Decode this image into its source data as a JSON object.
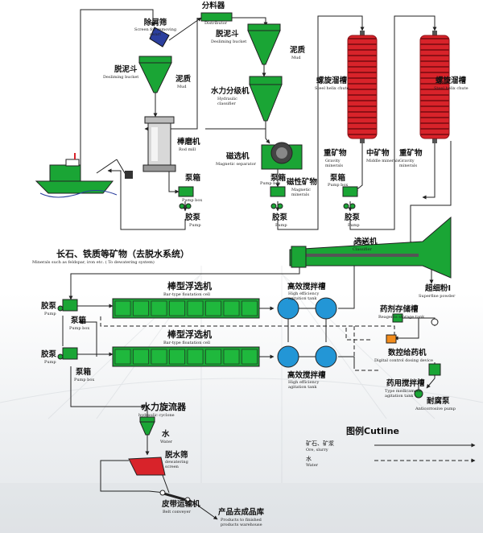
{
  "colors": {
    "equipment_green": "#1aa535",
    "spiral_red": "#d8232a",
    "screen_blue": "#2b3f9e",
    "flow_line": "#222222",
    "water_line": "#222222",
    "sorter_orange": "#f28c1c"
  },
  "labels": {
    "screen_swarf": {
      "cn": "除屑筛",
      "en": "Screen for removing swarf"
    },
    "distributor": {
      "cn": "分料器",
      "en": "Distributor"
    },
    "deslime_top": {
      "cn": "脱泥斗",
      "en": "Desliming bucket"
    },
    "mud_top": {
      "cn": "泥质",
      "en": "Mud"
    },
    "deslime_left": {
      "cn": "脱泥斗",
      "en": "Desliming bucket"
    },
    "mud_left": {
      "cn": "泥质",
      "en": "Mud"
    },
    "hydraulic_classifier": {
      "cn": "水力分级机",
      "en": "Hydraulic classifier"
    },
    "rod_mill": {
      "cn": "棒磨机",
      "en": "Rod mill"
    },
    "magnetic_separator": {
      "cn": "磁选机",
      "en": "Magnetic separator"
    },
    "magnetic_minerals": {
      "cn": "磁性矿物",
      "en": "Magnetic minerals"
    },
    "spiral1": {
      "cn": "螺旋溜槽",
      "en": "Steel helix chute"
    },
    "spiral2": {
      "cn": "螺旋溜槽",
      "en": "Steel helix chute"
    },
    "gravity1": {
      "cn": "重矿物",
      "en": "Gravity minerals"
    },
    "middle1": {
      "cn": "中矿物",
      "en": "Middle minerals"
    },
    "gravity2": {
      "cn": "重矿物",
      "en": "Gravity minerals"
    },
    "pumpbox1": {
      "cn": "泵箱",
      "en": "Pump box"
    },
    "pump1": {
      "cn": "胶泵",
      "en": "Pump"
    },
    "pumpbox2": {
      "cn": "泵箱",
      "en": "Pump box"
    },
    "pump2": {
      "cn": "胶泵",
      "en": "Pump"
    },
    "pumpbox3": {
      "cn": "泵箱",
      "en": "Pump box"
    },
    "pump3": {
      "cn": "胶泵",
      "en": "Pump"
    },
    "feldspar": {
      "cn": "长石、铁质等矿物（去脱水系统）",
      "en": "Minerals such as feldspar, iron etc. ( To dewatering system)"
    },
    "classifier": {
      "cn": "选送机",
      "en": "Classifier"
    },
    "superfine": {
      "cn": "超细粉Ⅰ",
      "en": "Superfine powder"
    },
    "flotation1": {
      "cn": "棒型浮选机",
      "en": "Bar-type floatation cell"
    },
    "flotation2": {
      "cn": "棒型浮选机",
      "en": "Bar-type floatation cell"
    },
    "agitation1": {
      "cn": "高效搅拌槽",
      "en": "High efficiency agitation tank"
    },
    "agitation2": {
      "cn": "高效搅拌槽",
      "en": "High efficiency agitation tank"
    },
    "pump_l1": {
      "cn": "胶泵",
      "en": "Pump"
    },
    "pumpbox_l1": {
      "cn": "泵箱",
      "en": "Pump box"
    },
    "pump_l2": {
      "cn": "胶泵",
      "en": "Pump"
    },
    "pumpbox_l2": {
      "cn": "泵箱",
      "en": "Pump box"
    },
    "reagent_tank": {
      "cn": "药剂存储槽",
      "en": "Reagents storage tank"
    },
    "digital_doser": {
      "cn": "数控给药机",
      "en": "Digital control dosing device"
    },
    "type_agitation": {
      "cn": "药用搅拌槽",
      "en": "Type medicament agitation tank"
    },
    "anticorrosive_pump": {
      "cn": "耐腐泵",
      "en": "Anticorrosive pump"
    },
    "cyclone": {
      "cn": "水力旋流器",
      "en": "hydraulic cyclone"
    },
    "water_out": {
      "cn": "水",
      "en": "Water"
    },
    "dewatering_screen": {
      "cn": "脱水筛",
      "en": "dewatering screen"
    },
    "belt_conveyor": {
      "cn": "皮带运输机",
      "en": "Belt conveyer"
    },
    "warehouse": {
      "cn": "产品去成品库",
      "en": "Products to finished products warehouse"
    }
  },
  "legend": {
    "title": "图例Cutline",
    "ore": {
      "cn": "矿石、矿浆",
      "en": "Ore, slurry"
    },
    "water": {
      "cn": "水",
      "en": "Water"
    }
  }
}
